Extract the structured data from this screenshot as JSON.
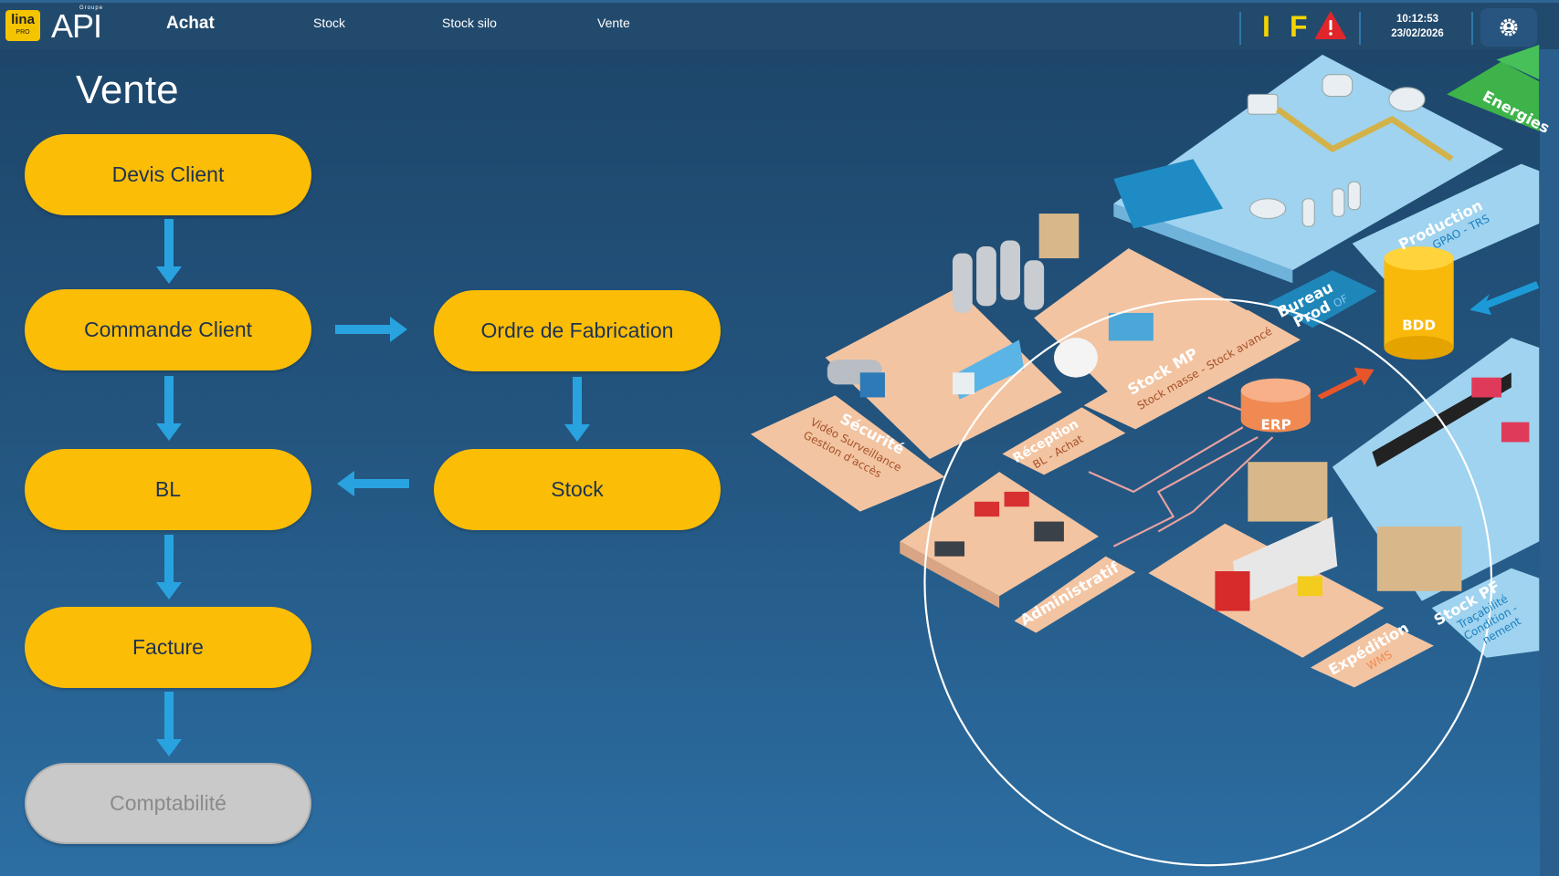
{
  "header": {
    "logo_lina": "lina",
    "logo_lina_sub": "PRO",
    "logo_api": "API",
    "logo_api_sub": "Groupe",
    "nav": [
      {
        "label": "Achat",
        "active": true
      },
      {
        "label": "Stock"
      },
      {
        "label": "Stock silo"
      },
      {
        "label": "Vente"
      }
    ],
    "indicators": {
      "i": "I",
      "f": "F"
    },
    "time": "10:12:53",
    "date": "23/02/2026"
  },
  "page": {
    "title": "Vente"
  },
  "flow": {
    "devis": "Devis Client",
    "commande": "Commande Client",
    "ordre": "Ordre de Fabrication",
    "bl": "BL",
    "stock": "Stock",
    "facture": "Facture",
    "comptabilite": "Comptabilité"
  },
  "illustration": {
    "securite": "Sécurité",
    "securite_sub1": "Vidéo Surveillance",
    "securite_sub2": "Gestion d'accès",
    "stock_mp": "Stock MP",
    "stock_mp_sub": "Stock masse - Stock avancé",
    "reception": "Réception",
    "reception_sub": "BL - Achat",
    "administratif": "Administratif",
    "expedition": "Expédition",
    "expedition_sub": "WMS",
    "stock_pf": "Stock PF",
    "stock_pf_sub1": "Traçabilité",
    "stock_pf_sub2": "Condition -",
    "stock_pf_sub3": "nement",
    "production": "Production",
    "production_sub": "GPAO - TRS",
    "bureau": "Bureau",
    "prod": "Prod",
    "of": "OF",
    "bdd": "BDD",
    "erp": "ERP",
    "energies": "Energies"
  },
  "colors": {
    "accent": "#fcbd07",
    "arrow": "#29a3e0",
    "disabled": "#c9c9c9"
  }
}
